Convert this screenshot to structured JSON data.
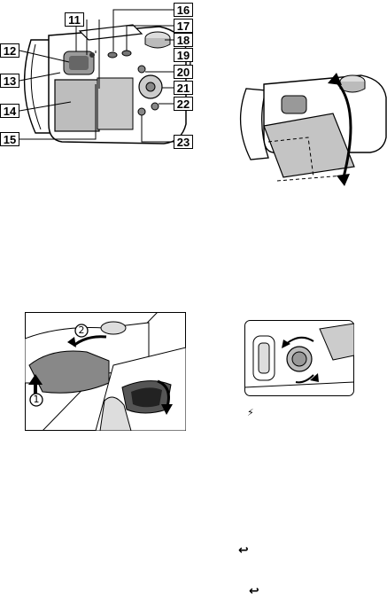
{
  "callouts": {
    "c11": "11",
    "c12": "12",
    "c13": "13",
    "c14": "14",
    "c15": "15",
    "c16": "16",
    "c17": "17",
    "c18": "18",
    "c19": "19",
    "c20": "20",
    "c21": "21",
    "c22": "22",
    "c23": "23"
  },
  "eyecup_steps": {
    "s1": "1",
    "s2": "2"
  },
  "icons": {
    "flash": "flash-icon",
    "playback": "playback-icon"
  },
  "glyphs": {
    "flash": "⚡",
    "playback": "↩"
  }
}
